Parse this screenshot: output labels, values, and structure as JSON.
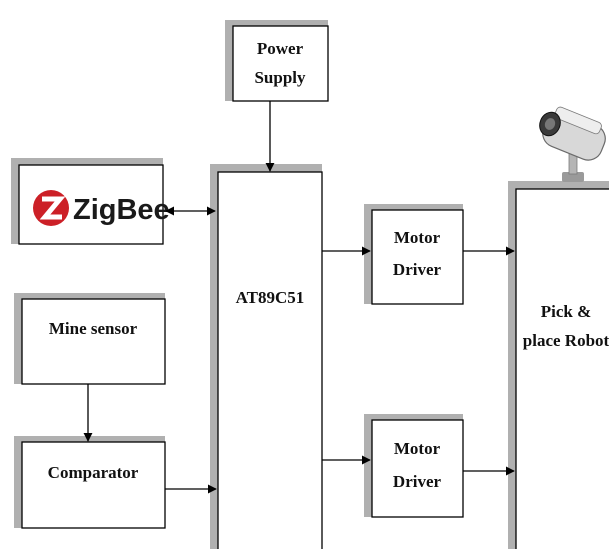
{
  "blocks": {
    "power_supply": [
      "Power",
      "Supply"
    ],
    "zigbee": "ZigBee",
    "microcontroller": "AT89C51",
    "motor_driver_top": [
      "Motor",
      "Driver"
    ],
    "motor_driver_bottom": [
      "Motor",
      "Driver"
    ],
    "robot": [
      "Pick &",
      "place Robot"
    ],
    "mine_sensor": "Mine sensor",
    "comparator": "Comparator"
  },
  "icons": {
    "logo": "zigbee-logo",
    "camera": "security-camera-icon"
  },
  "colors": {
    "zigbee_red": "#cc2027",
    "shadow": "#b0b0b0"
  }
}
